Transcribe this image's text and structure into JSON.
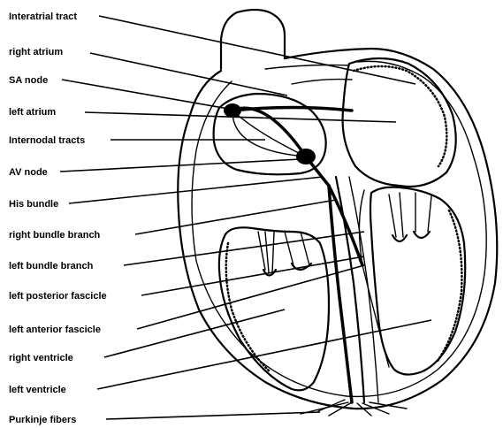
{
  "labels": {
    "interatrial_tract": "Interatrial tract",
    "right_atrium": "right atrium",
    "sa_node": "SA node",
    "left_atrium": "left atrium",
    "internodal_tracts": "Internodal tracts",
    "av_node": "AV node",
    "his_bundle": "His bundle",
    "right_bundle_branch": "right bundle branch",
    "left_bundle_branch": "left bundle branch",
    "left_posterior_fascicle": "left posterior fascicle",
    "left_anterior_fascicle": "left anterior fascicle",
    "right_ventricle": "right ventricle",
    "left_ventricle": "left ventricle",
    "purkinje_fibers": "Purkinje fibers"
  }
}
